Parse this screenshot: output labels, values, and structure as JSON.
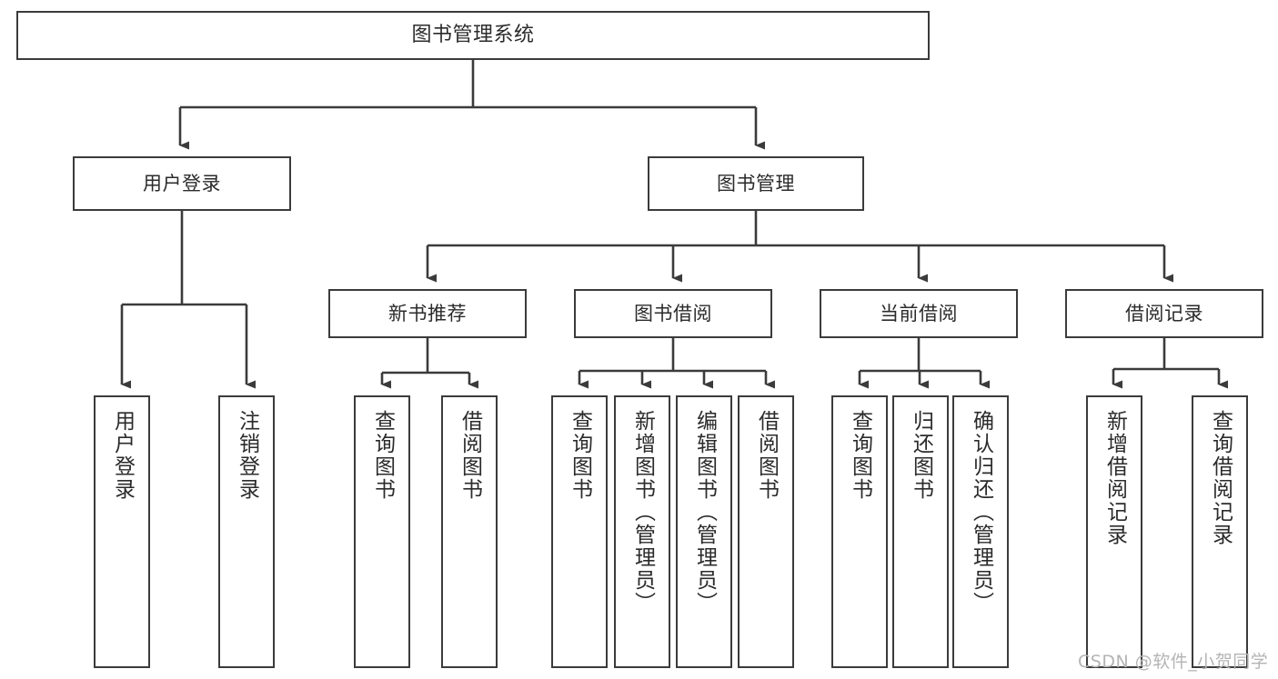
{
  "diagram": {
    "type": "tree-hierarchy",
    "title": "图书管理系统",
    "colors": {
      "box_border": "#3b3b3b",
      "box_fill": "#ffffff",
      "connector": "#3b3b3b",
      "text": "#2b2b2b",
      "watermark": "#b4b4b4",
      "background": "#ffffff"
    },
    "root": {
      "label": "图书管理系统"
    },
    "level2": [
      {
        "id": "user-login",
        "label": "用户登录"
      },
      {
        "id": "book-manage",
        "label": "图书管理"
      }
    ],
    "level3": [
      {
        "id": "new-book-recommend",
        "label": "新书推荐"
      },
      {
        "id": "book-borrow",
        "label": "图书借阅"
      },
      {
        "id": "current-borrow",
        "label": "当前借阅"
      },
      {
        "id": "borrow-record",
        "label": "借阅记录"
      }
    ],
    "leaves": {
      "user_login": [
        {
          "id": "leaf-user-login",
          "label": "用户登录"
        },
        {
          "id": "leaf-logout-login",
          "label": "注销登录"
        }
      ],
      "new_book_recommend": [
        {
          "id": "leaf-query-book-1",
          "label": "查询图书"
        },
        {
          "id": "leaf-borrow-book-1",
          "label": "借阅图书"
        }
      ],
      "book_borrow": [
        {
          "id": "leaf-query-book-2",
          "label": "查询图书"
        },
        {
          "id": "leaf-add-book",
          "label": "新增图书（管理员）"
        },
        {
          "id": "leaf-edit-book",
          "label": "编辑图书（管理员）"
        },
        {
          "id": "leaf-borrow-book-2",
          "label": "借阅图书"
        }
      ],
      "current_borrow": [
        {
          "id": "leaf-query-book-3",
          "label": "查询图书"
        },
        {
          "id": "leaf-return-book",
          "label": "归还图书"
        },
        {
          "id": "leaf-confirm-return",
          "label": "确认归还（管理员）"
        }
      ],
      "borrow_record": [
        {
          "id": "leaf-add-record",
          "label": "新增借阅记录"
        },
        {
          "id": "leaf-query-record",
          "label": "查询借阅记录"
        }
      ]
    }
  },
  "watermark": {
    "text": "CSDN @软件_小贺同学"
  }
}
